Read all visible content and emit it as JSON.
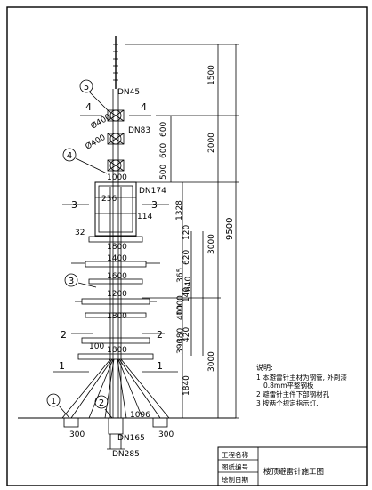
{
  "drawing": {
    "bubbles": [
      "5",
      "4",
      "3",
      "1",
      "2"
    ],
    "section_numbers": {
      "s4_left": "4",
      "s4_right": "4",
      "s3_left": "3",
      "s3_right": "3",
      "s2_left": "2",
      "s2_right": "2",
      "s1_left": "1",
      "s1_right": "1"
    },
    "pipe_labels": {
      "dn45": "DN45",
      "dn83": "DN83",
      "dn174": "DN174",
      "dn165": "DN165",
      "dn285": "DN285"
    },
    "ring_labels": {
      "d400a": "Ø400",
      "d400b": "Ø400",
      "r1000": "1000",
      "r1200": "1200",
      "r1400": "1400",
      "r1600": "1600",
      "r1800a": "1800",
      "r1800b": "1800",
      "r1800c": "1800"
    },
    "misc_labels": {
      "n236": "236",
      "n114": "114",
      "n32": "32",
      "n100": "100",
      "n1096": "1096",
      "n1840": "1840",
      "n300_left": "300",
      "n300_right": "300",
      "n800": "800",
      "n120": "120",
      "n1328": "1328",
      "n365": "365",
      "n620": "620",
      "n140": "140",
      "n400": "400",
      "n380": "380",
      "n420": "420"
    },
    "vertical_dims": {
      "d1500": "1500",
      "d2000": "2000",
      "d600a": "600",
      "d600b": "600",
      "d3000a": "3000",
      "d3000b": "3000",
      "d9500": "9500",
      "d500": "500",
      "d640": "640",
      "d1000": "1000",
      "d390": "390"
    },
    "notes": {
      "heading": "说明:",
      "items": [
        "1  本避雷针主材为钢管, 外刷漆",
        "0.8mm平整钢板",
        "2  避雷针主件下部钢材孔",
        "3  按两个规定指示灯."
      ]
    },
    "title_block": {
      "row1_label": "工程名称",
      "row2_label": "图纸编号",
      "row3_label": "绘制日期",
      "drawing_title": "楼顶避雷针施工图"
    }
  }
}
